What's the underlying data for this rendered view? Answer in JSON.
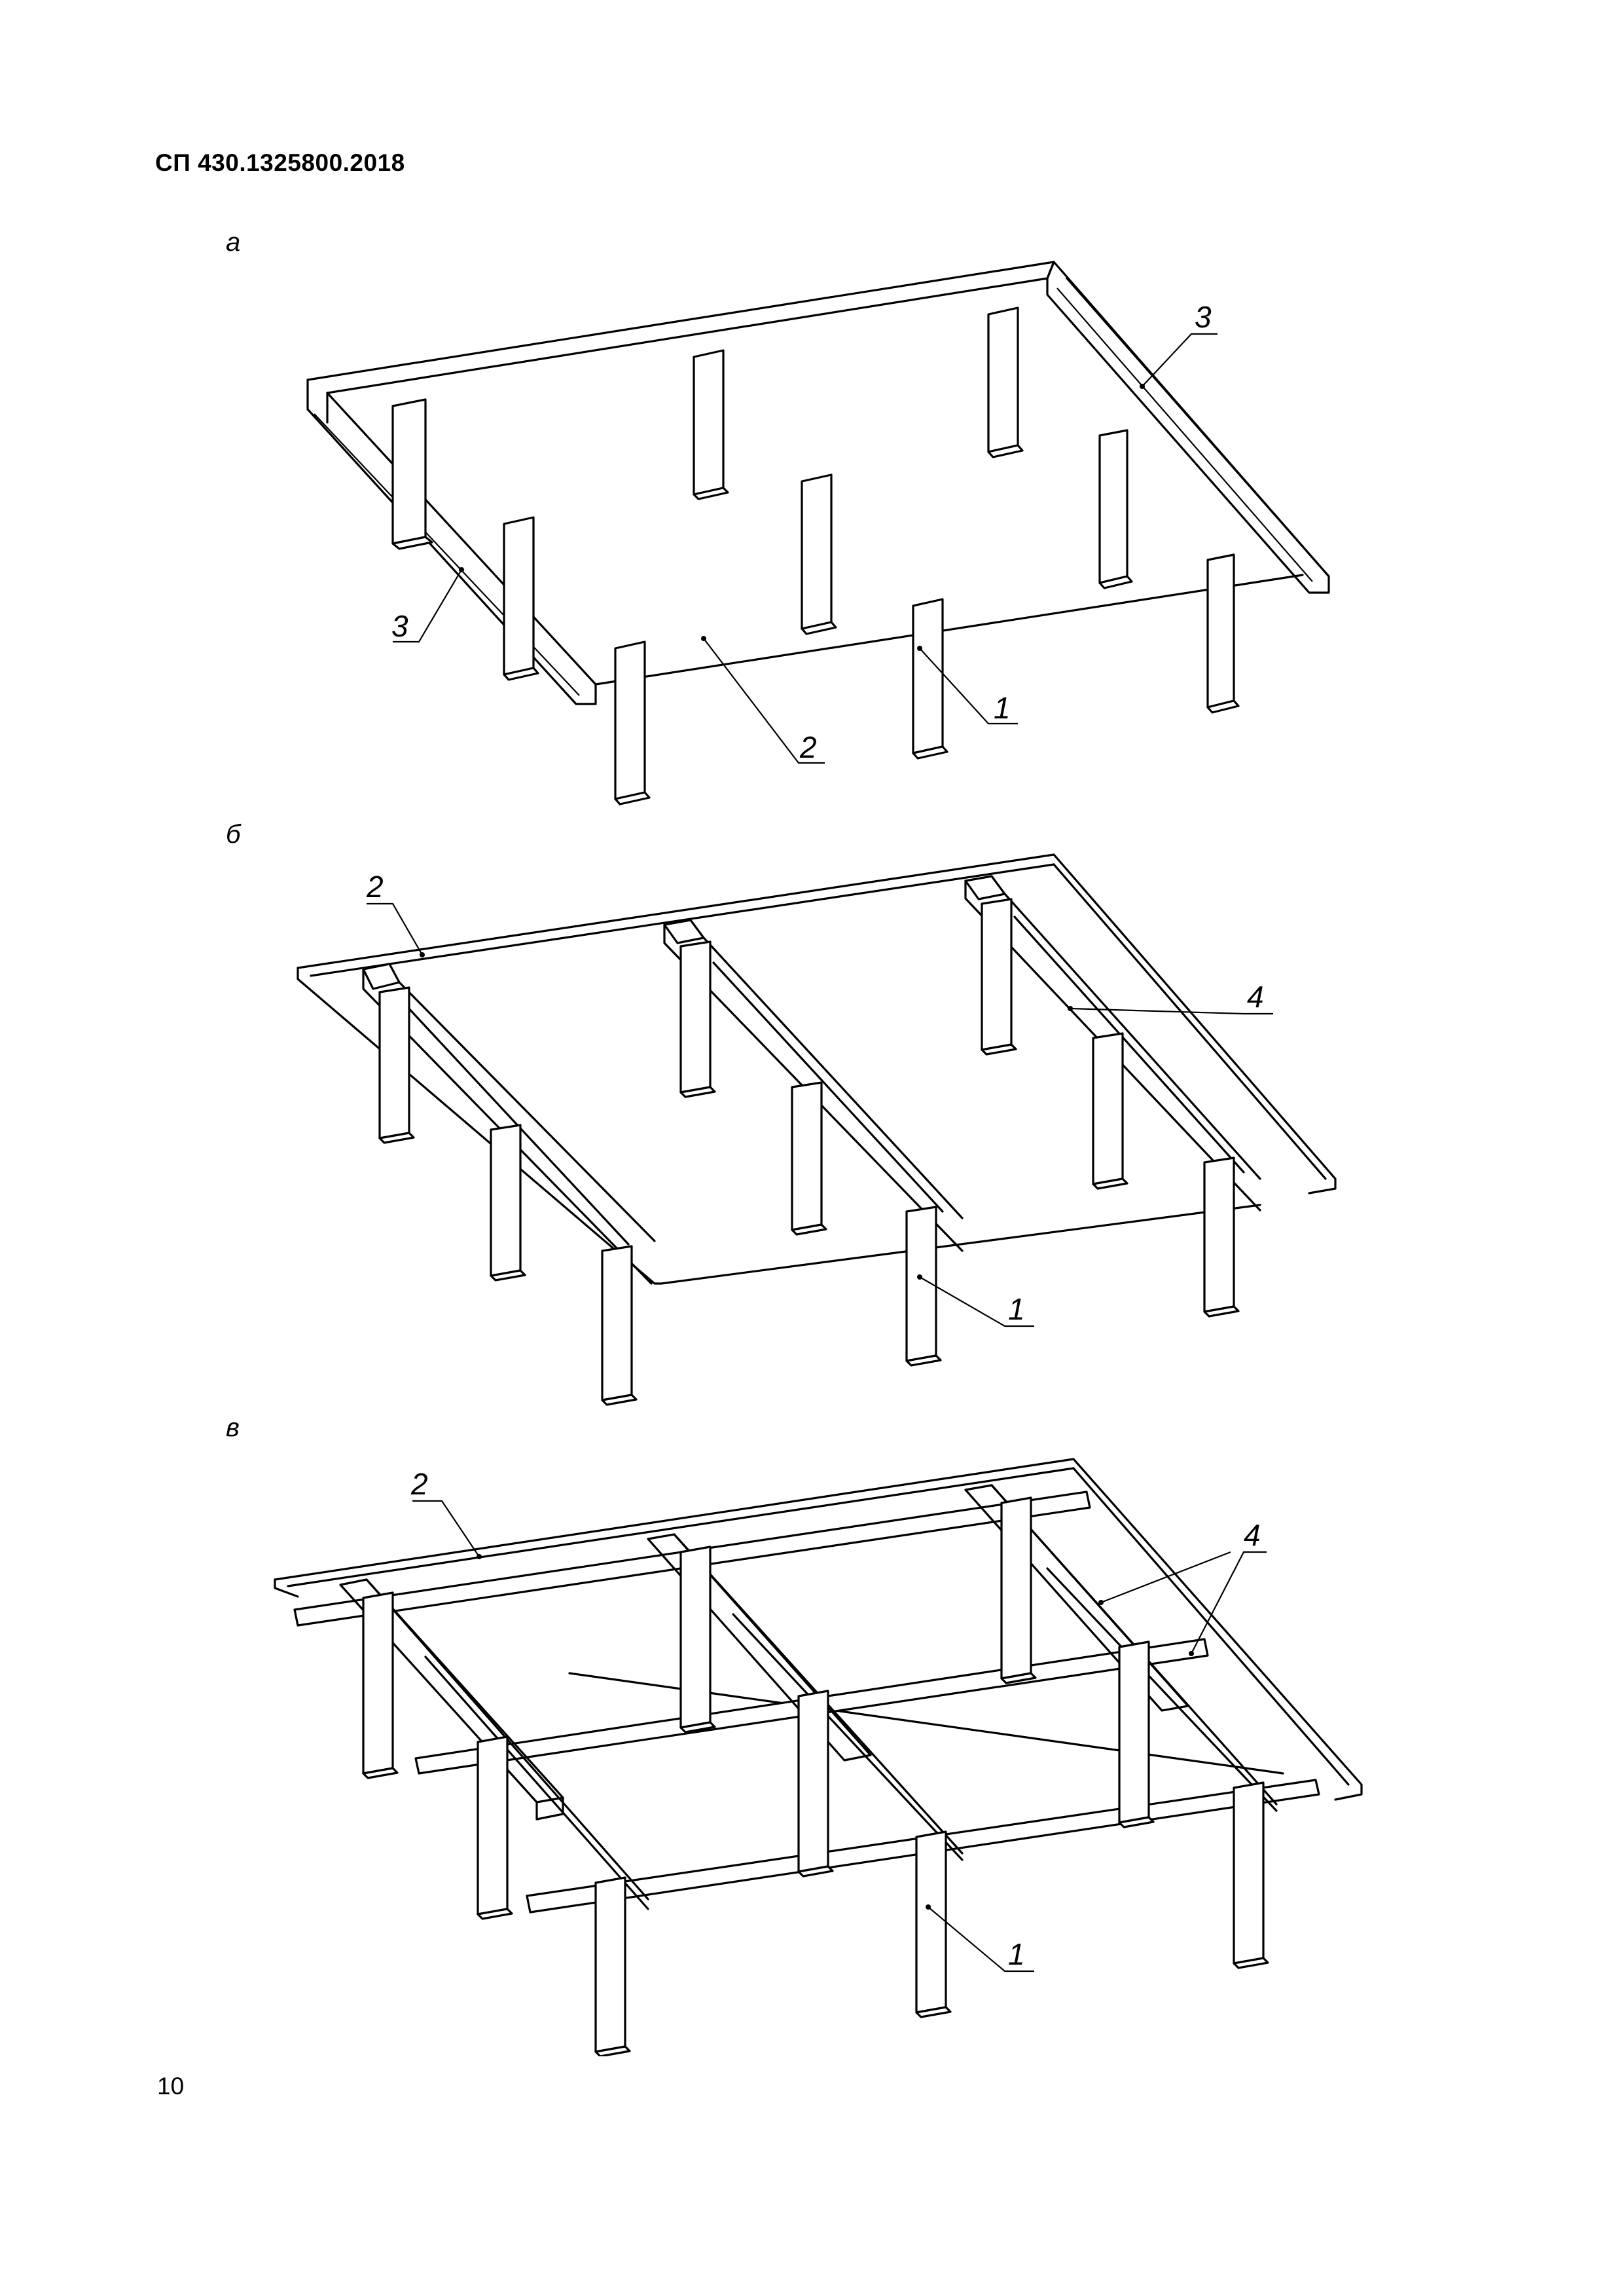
{
  "header": {
    "doc_code": "СП 430.1325800.2018"
  },
  "figures": [
    {
      "letter": "а",
      "callouts": [
        "3",
        "3",
        "2",
        "1"
      ]
    },
    {
      "letter": "б",
      "callouts": [
        "2",
        "4",
        "1"
      ]
    },
    {
      "letter": "в",
      "callouts": [
        "2",
        "4",
        "1"
      ]
    }
  ],
  "footer": {
    "page_number": "10"
  }
}
